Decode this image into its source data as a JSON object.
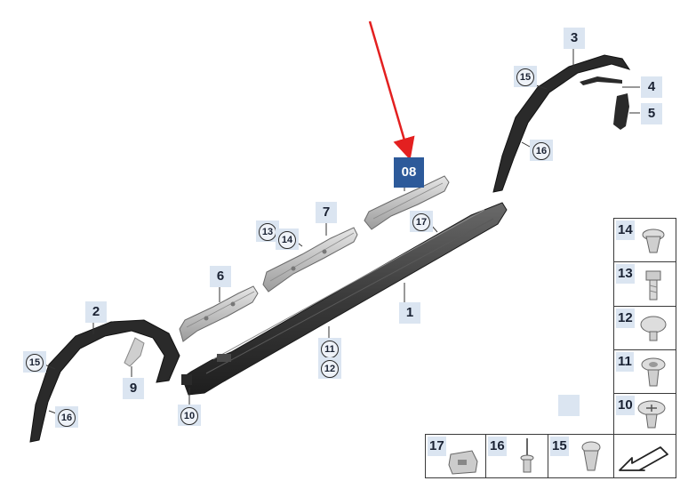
{
  "diagram": {
    "highlight_label": "08",
    "callouts": {
      "c1": "1",
      "c2": "2",
      "c3": "3",
      "c4": "4",
      "c5": "5",
      "c6": "6",
      "c7": "7",
      "c9": "9",
      "c10": "10",
      "c11": "11",
      "c12": "12",
      "c13": "13",
      "c14": "14",
      "c15a": "15",
      "c15b": "15",
      "c16a": "16",
      "c16b": "16",
      "c17": "17"
    },
    "legend": {
      "p14": "14",
      "p13": "13",
      "p12": "12",
      "p11": "11",
      "p10": "10",
      "p17": "17",
      "p16": "16",
      "p15": "15"
    },
    "colors": {
      "label_bg": "#dbe5f1",
      "highlight_bg": "#2d5a9a",
      "arrow": "#e32020",
      "part_dark": "#3a3a3a",
      "part_light": "#c8c8c8"
    }
  }
}
